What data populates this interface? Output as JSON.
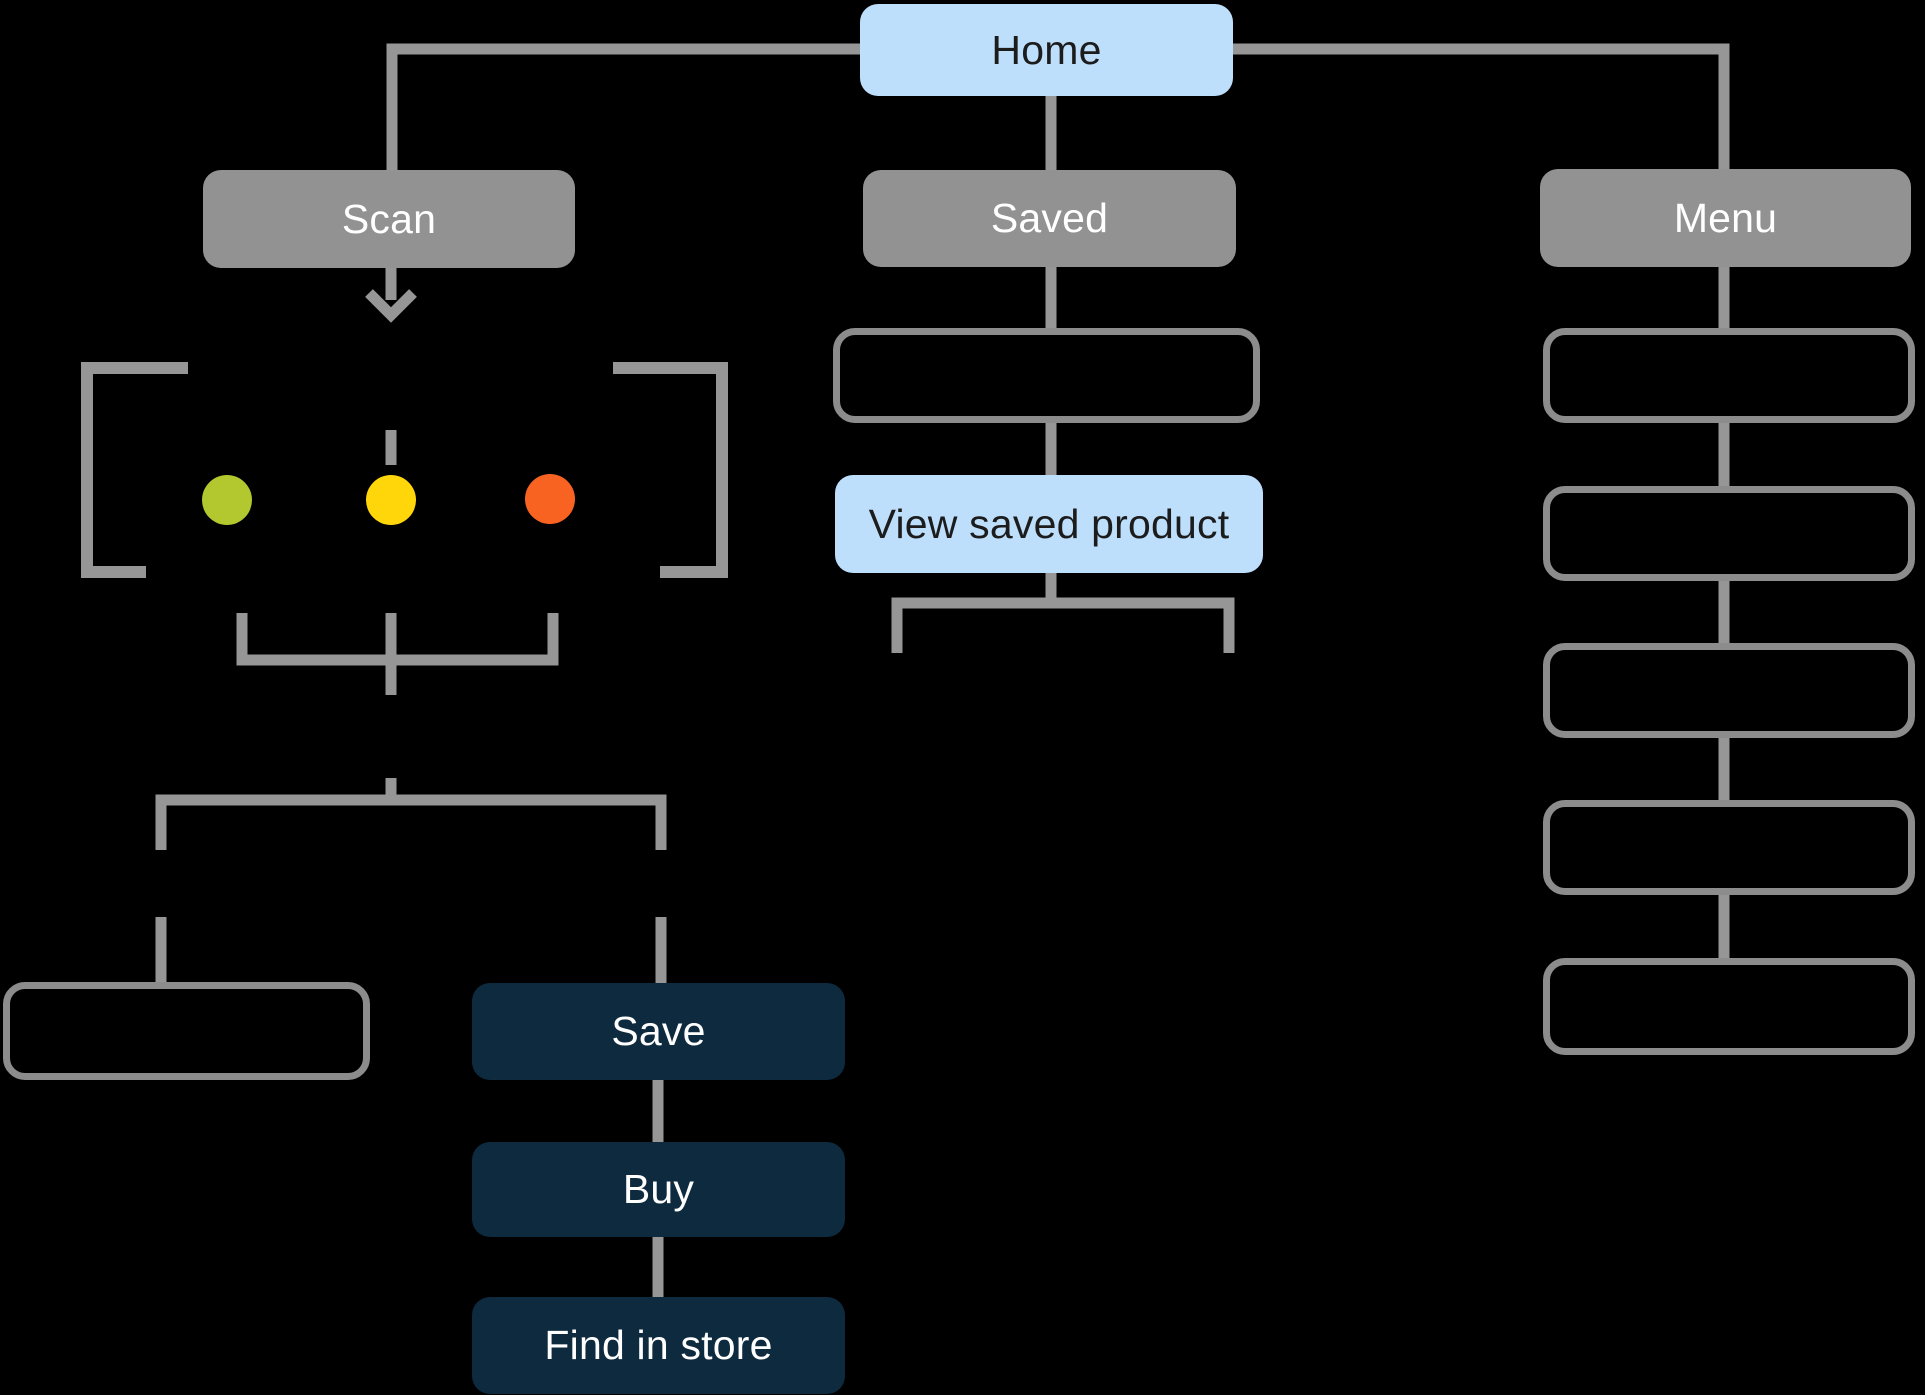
{
  "diagram": {
    "type": "user-flow-sitemap",
    "colors": {
      "bg": "#000000",
      "line": "#969696",
      "grayFill": "#929292",
      "outline": "#8C8C8C",
      "blue": "#BDDFFB",
      "navy": "#0D2A3E",
      "textDark": "#1C1C1C",
      "textLight": "#FFFFFF"
    },
    "nodes": {
      "home": {
        "label": "Home"
      },
      "scan": {
        "label": "Scan"
      },
      "saved": {
        "label": "Saved"
      },
      "menu": {
        "label": "Menu"
      },
      "saved_placeholder": {
        "label": ""
      },
      "view_saved_product": {
        "label": "View saved product"
      },
      "scan_result_placeholder": {
        "label": ""
      },
      "save": {
        "label": "Save"
      },
      "buy": {
        "label": "Buy"
      },
      "find_in_store": {
        "label": "Find in store"
      },
      "menu_placeholders_count": 5
    },
    "scanner": {
      "dots": [
        {
          "name": "green-dot",
          "color": "#B3C72E"
        },
        {
          "name": "yellow-dot",
          "color": "#FFD60A"
        },
        {
          "name": "orange-dot",
          "color": "#F96322"
        }
      ]
    }
  }
}
